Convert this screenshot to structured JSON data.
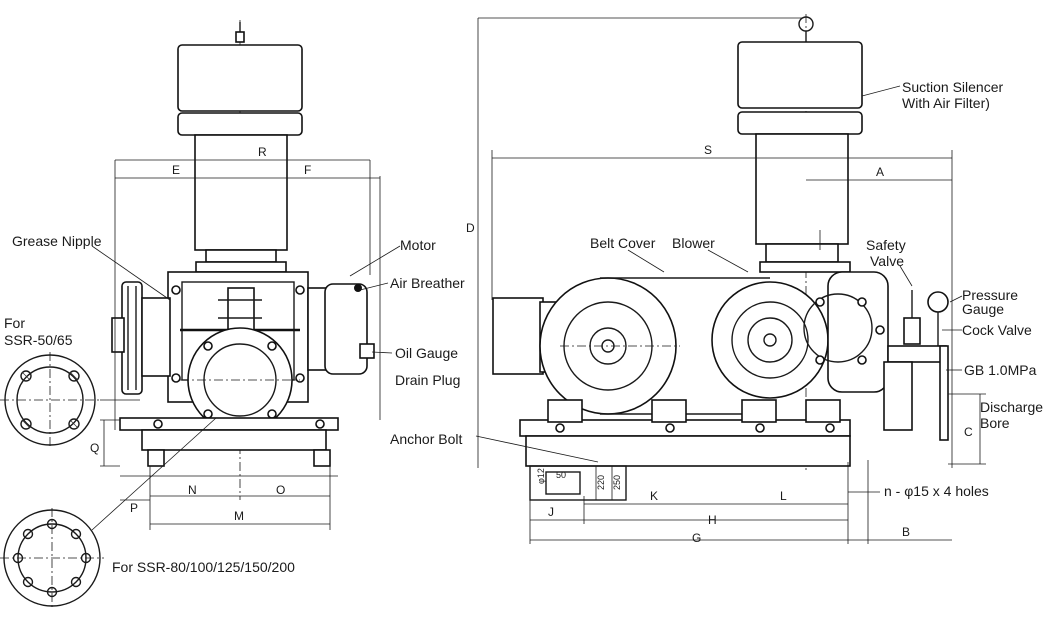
{
  "labels": {
    "grease_nipple": "Grease Nipple",
    "motor": "Motor",
    "air_breather": "Air Breather",
    "oil_gauge": "Oil Gauge",
    "drain_plug": "Drain Plug",
    "for_small_line1": "For",
    "for_small_line2": "SSR-50/65",
    "for_large": "For SSR-80/100/125/150/200",
    "suction_silencer_line1": "Suction Silencer",
    "suction_silencer_line2": "With Air Filter)",
    "belt_cover": "Belt Cover",
    "blower": "Blower",
    "safety_valve_line1": "Safety",
    "safety_valve_line2": "Valve",
    "pressure_gauge_line1": "Pressure",
    "pressure_gauge_line2": "Gauge",
    "cock_valve": "Cock Valve",
    "gb_pressure": "GB 1.0MPa",
    "discharge_bore_line1": "Discharge",
    "discharge_bore_line2": "Bore",
    "anchor_bolt": "Anchor Bolt",
    "holes_note": "n - φ15 x 4 holes"
  },
  "dimensions": {
    "R": "R",
    "E": "E",
    "F": "F",
    "D": "D",
    "S": "S",
    "A": "A",
    "C": "C",
    "Q": "Q",
    "N": "N",
    "O": "O",
    "P": "P",
    "M": "M",
    "J": "J",
    "K": "K",
    "L": "L",
    "H": "H",
    "G": "G",
    "B": "B",
    "phi12": "φ12",
    "fifty": "50",
    "two20": "220",
    "two50": "250"
  }
}
